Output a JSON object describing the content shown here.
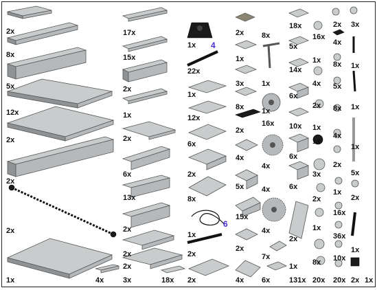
{
  "step_numbers": [
    "4",
    "6"
  ],
  "labels": {
    "c1": [
      "2x",
      "8x",
      "5x",
      "12x",
      "2x",
      "2x",
      "2x",
      "1x"
    ],
    "c1b": "4x",
    "c2": [
      "17x",
      "15x",
      "2x",
      "1x",
      "2x",
      "6x",
      "13x",
      "2x",
      "2x",
      "2x",
      "3x"
    ],
    "c2b": "18x",
    "c3": [
      "1x",
      "22x",
      "1x",
      "12x",
      "6x",
      "2x",
      "8x",
      "1x",
      "2x",
      "2x"
    ],
    "c4": [
      "2x",
      "1x",
      "3x",
      "8x",
      "2x",
      "4x",
      "5x",
      "15x",
      "2x",
      "4x"
    ],
    "c4b": [
      "8x",
      "1x",
      "1x",
      "16x",
      "4x",
      "4x",
      "4x",
      "7x",
      "6x"
    ],
    "c5": [
      "18x",
      "5x",
      "14x",
      "6x",
      "10x",
      "6x",
      "6x",
      "2x",
      "1x",
      "131x"
    ],
    "c6": [
      "16x",
      "1x",
      "4x",
      "2x",
      "1x",
      "1x",
      "3x",
      "2x",
      "1x",
      "8x",
      "20x"
    ],
    "c7": [
      "2x",
      "4x",
      "8x",
      "5x",
      "8x",
      "4x",
      "2x",
      "1x",
      "16x",
      "36x",
      "10x",
      "20x"
    ],
    "c8": [
      "3x",
      "1x",
      "1x",
      "1x",
      "5x",
      "2x",
      "1x",
      "2x",
      "1x"
    ]
  },
  "icons": [
    "plate-icon",
    "brick-icon",
    "tile-icon",
    "gear-icon",
    "chain-icon",
    "axle-icon",
    "string-icon",
    "slope-icon",
    "hinge-icon",
    "round-plate-icon"
  ]
}
